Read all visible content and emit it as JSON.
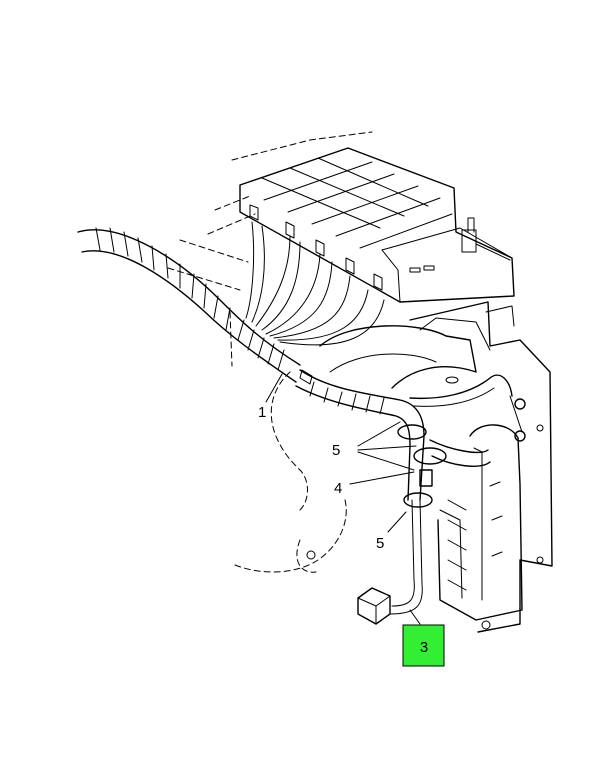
{
  "callouts": [
    {
      "id": "c1",
      "label": "1"
    },
    {
      "id": "c5a",
      "label": "5"
    },
    {
      "id": "c4",
      "label": "4"
    },
    {
      "id": "c5b",
      "label": "5"
    },
    {
      "id": "c3",
      "label": "3"
    }
  ],
  "highlight_color": "#33ee33"
}
